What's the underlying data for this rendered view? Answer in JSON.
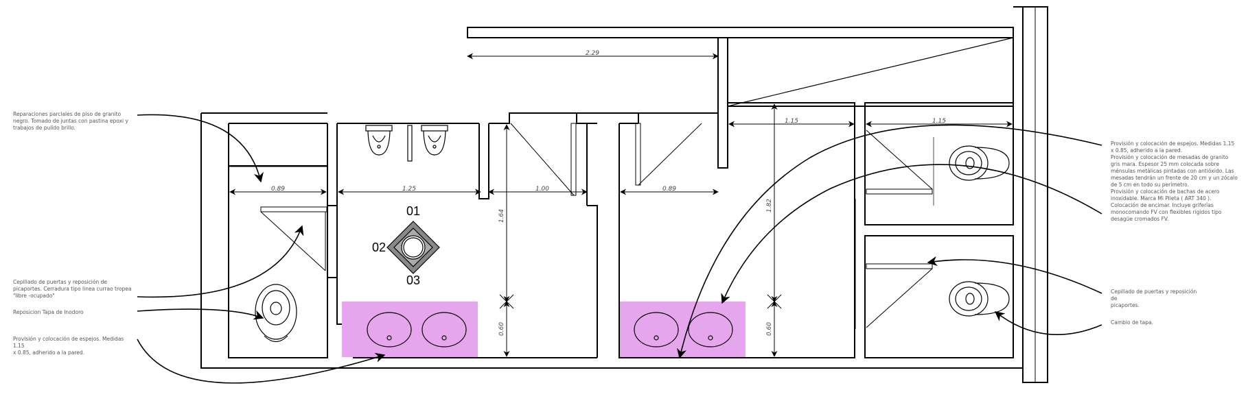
{
  "notes": {
    "floor_repair": "Reparaciones parciales de piso de granito\nnegro. Tomado de juntas con pastina epoxi y\ntrabajos de pulido brillo.",
    "doors_left": "Cepillado de puertas y reposición de\npicaportes. Cerradura tipo linea currao tropea\n\"libre -ocupado\"",
    "toilet_lid": "Reposicion Tapa de Inodoro",
    "mirrors_left": "Provisión y colocación de espejos. Medidas 1.15\nx 0.85, adherido a la pared.",
    "mirrors_right": "Provisión y colocación de espejos. Medidas 1.15\nx 0.85, adherido a la pared.",
    "counters": "Provisión y colocación de mesadas de granito\ngris mara. Espesor 25 mm colocada sobre\nménsulas metálicas pintadas con antióxido. Las\nmesadas tendrán un frente de 20 cm y un zócalo\nde 5 cm en todo su perímetro.",
    "basins": "Provisión y colocación de bachas de acero\ninoxidable. Marca Mi Pileta ( ART 340 ).\nColocación de encimar. Incluye griferías\nmonocomando FV con flexibles rígidos tipo\ndesagüe cromados FV.",
    "doors_right": "Cepillado de puertas y reposición de\npicaportes.",
    "lid_change": "Cambio de  tapa."
  },
  "dimensions": {
    "d229": "2.29",
    "d089a": "0.89",
    "d125": "1.25",
    "d100": "1.00",
    "d089b": "0.89",
    "d115a": "1.15",
    "d115b": "1.15",
    "d164": "1.64",
    "d182": "1.82",
    "d060a": "0.60",
    "d060b": "0.60"
  },
  "labels": {
    "l01": "01",
    "l02": "02",
    "l03": "03"
  },
  "colors": {
    "counter_fill": "#e6a6ee",
    "line": "#000000",
    "annotation_text": "#555555"
  },
  "icons": [
    "toilet-icon",
    "urinal-icon",
    "sink-basin-icon",
    "floor-drain-icon",
    "curved-arrow-icon"
  ]
}
